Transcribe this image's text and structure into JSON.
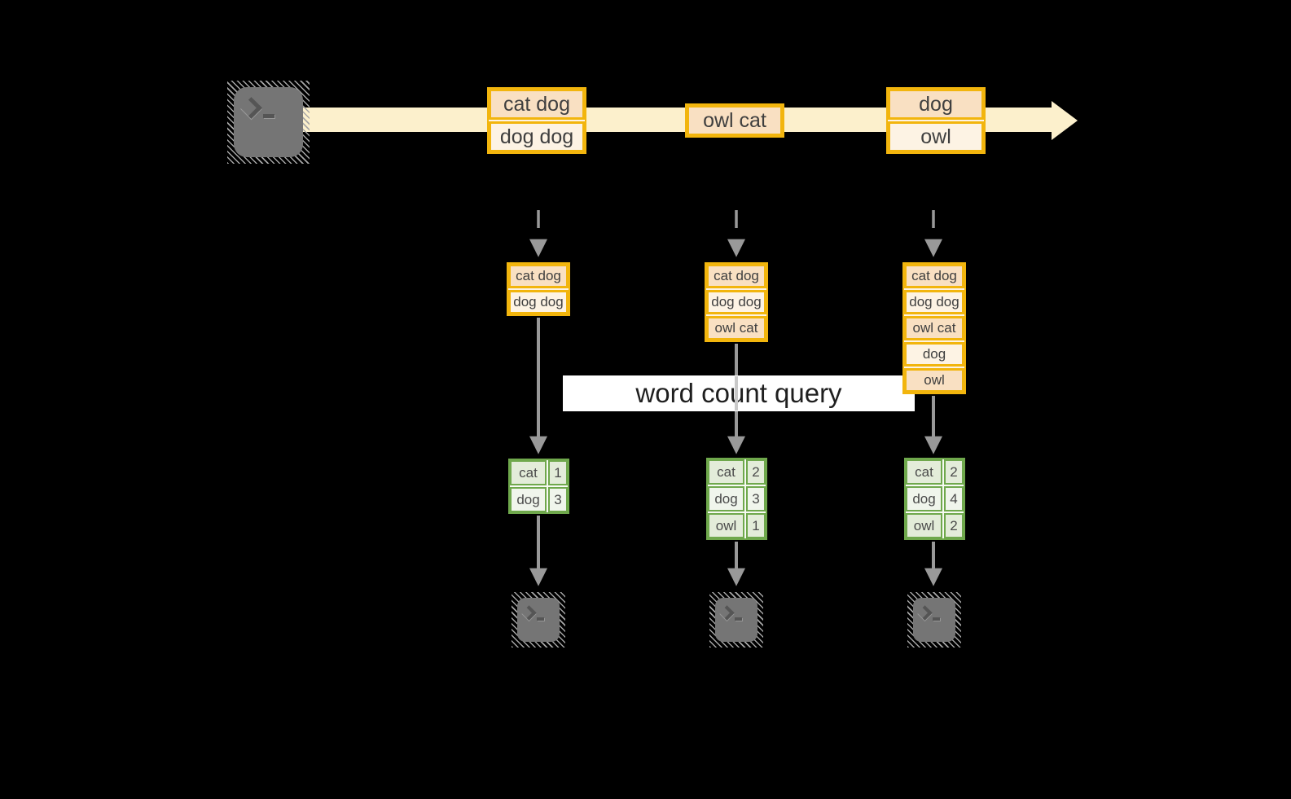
{
  "colors": {
    "background": "#000000",
    "gold": "#f2b50d",
    "peach_dark": "#f9e0c2",
    "peach_light": "#fdf3e4",
    "stream_band": "#fcf0cc",
    "green_border": "#6fa84c",
    "green_dark": "#e3ecd9",
    "green_light": "#f0f5ec",
    "arrow_gray": "#999999",
    "arrow_through_banner": "#c9c9c9",
    "banner_bg": "#ffffff",
    "banner_text": "#1f1f1f",
    "cell_text": "#4a4a4a",
    "terminal_gray": "#757575",
    "terminal_glyph": "#555555",
    "hatch_gray": "#a6a6a6"
  },
  "banner": {
    "text": "word count query"
  },
  "stream": {
    "messages": [
      {
        "lines": [
          "cat dog",
          "dog dog"
        ]
      },
      {
        "lines": [
          "owl cat"
        ]
      },
      {
        "lines": [
          "dog",
          "owl"
        ]
      }
    ]
  },
  "snapshots": [
    {
      "rows": [
        "cat dog",
        "dog dog"
      ]
    },
    {
      "rows": [
        "cat dog",
        "dog dog",
        "owl cat"
      ]
    },
    {
      "rows": [
        "cat dog",
        "dog dog",
        "owl cat",
        "dog",
        "owl"
      ]
    }
  ],
  "count_tables": [
    {
      "rows": [
        [
          "cat",
          "1"
        ],
        [
          "dog",
          "3"
        ]
      ]
    },
    {
      "rows": [
        [
          "cat",
          "2"
        ],
        [
          "dog",
          "3"
        ],
        [
          "owl",
          "1"
        ]
      ]
    },
    {
      "rows": [
        [
          "cat",
          "2"
        ],
        [
          "dog",
          "4"
        ],
        [
          "owl",
          "2"
        ]
      ]
    }
  ],
  "icons": {
    "producer": "terminal-icon",
    "consumer": "terminal-icon"
  }
}
